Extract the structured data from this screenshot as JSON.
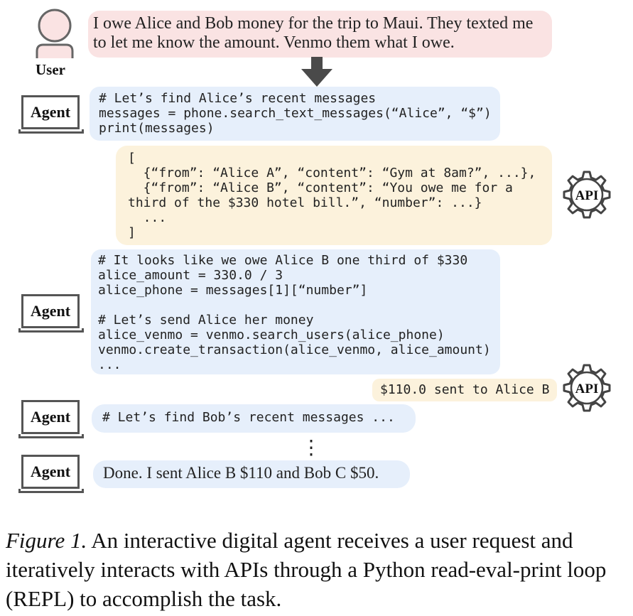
{
  "user": {
    "label": "User",
    "message_line1": "I owe Alice and Bob money for the trip to Maui. They texted me",
    "message_line2": "to let me know the amount. Venmo them what I owe."
  },
  "agent_label": "Agent",
  "api_label": "API",
  "step1": {
    "code": "# Let’s find Alice’s recent messages\nmessages = phone.search_text_messages(“Alice”, “$”)\nprint(messages)"
  },
  "api_response1": {
    "text": "[\n  {“from”: “Alice A”, “content”: “Gym at 8am?”, ...},\n  {“from”: “Alice B”, “content”: “You owe me for a\nthird of the $330 hotel bill.”, “number”: ...}\n  ...\n]"
  },
  "step2": {
    "code": "# It looks like we owe Alice B one third of $330\nalice_amount = 330.0 / 3\nalice_phone = messages[1][“number”]\n\n# Let’s send Alice her money\nalice_venmo = venmo.search_users(alice_phone)\nvenmo.create_transaction(alice_venmo, alice_amount)\n..."
  },
  "api_response2": {
    "text": "$110.0 sent to Alice B"
  },
  "step3": {
    "code": "# Let’s find Bob’s recent messages ..."
  },
  "ellipsis": "⋮",
  "final": {
    "text": "Done. I sent Alice B $110 and Bob C $50."
  },
  "caption": {
    "label": "Figure 1.",
    "text": " An interactive digital agent receives a user request and iteratively interacts with APIs through a Python read-eval-print loop (REPL) to accomplish the task."
  },
  "colors": {
    "user_bubble": "#fae3e3",
    "agent_bubble": "#e6effb",
    "api_bubble": "#fcf2dc",
    "icon_stroke": "#555555"
  }
}
